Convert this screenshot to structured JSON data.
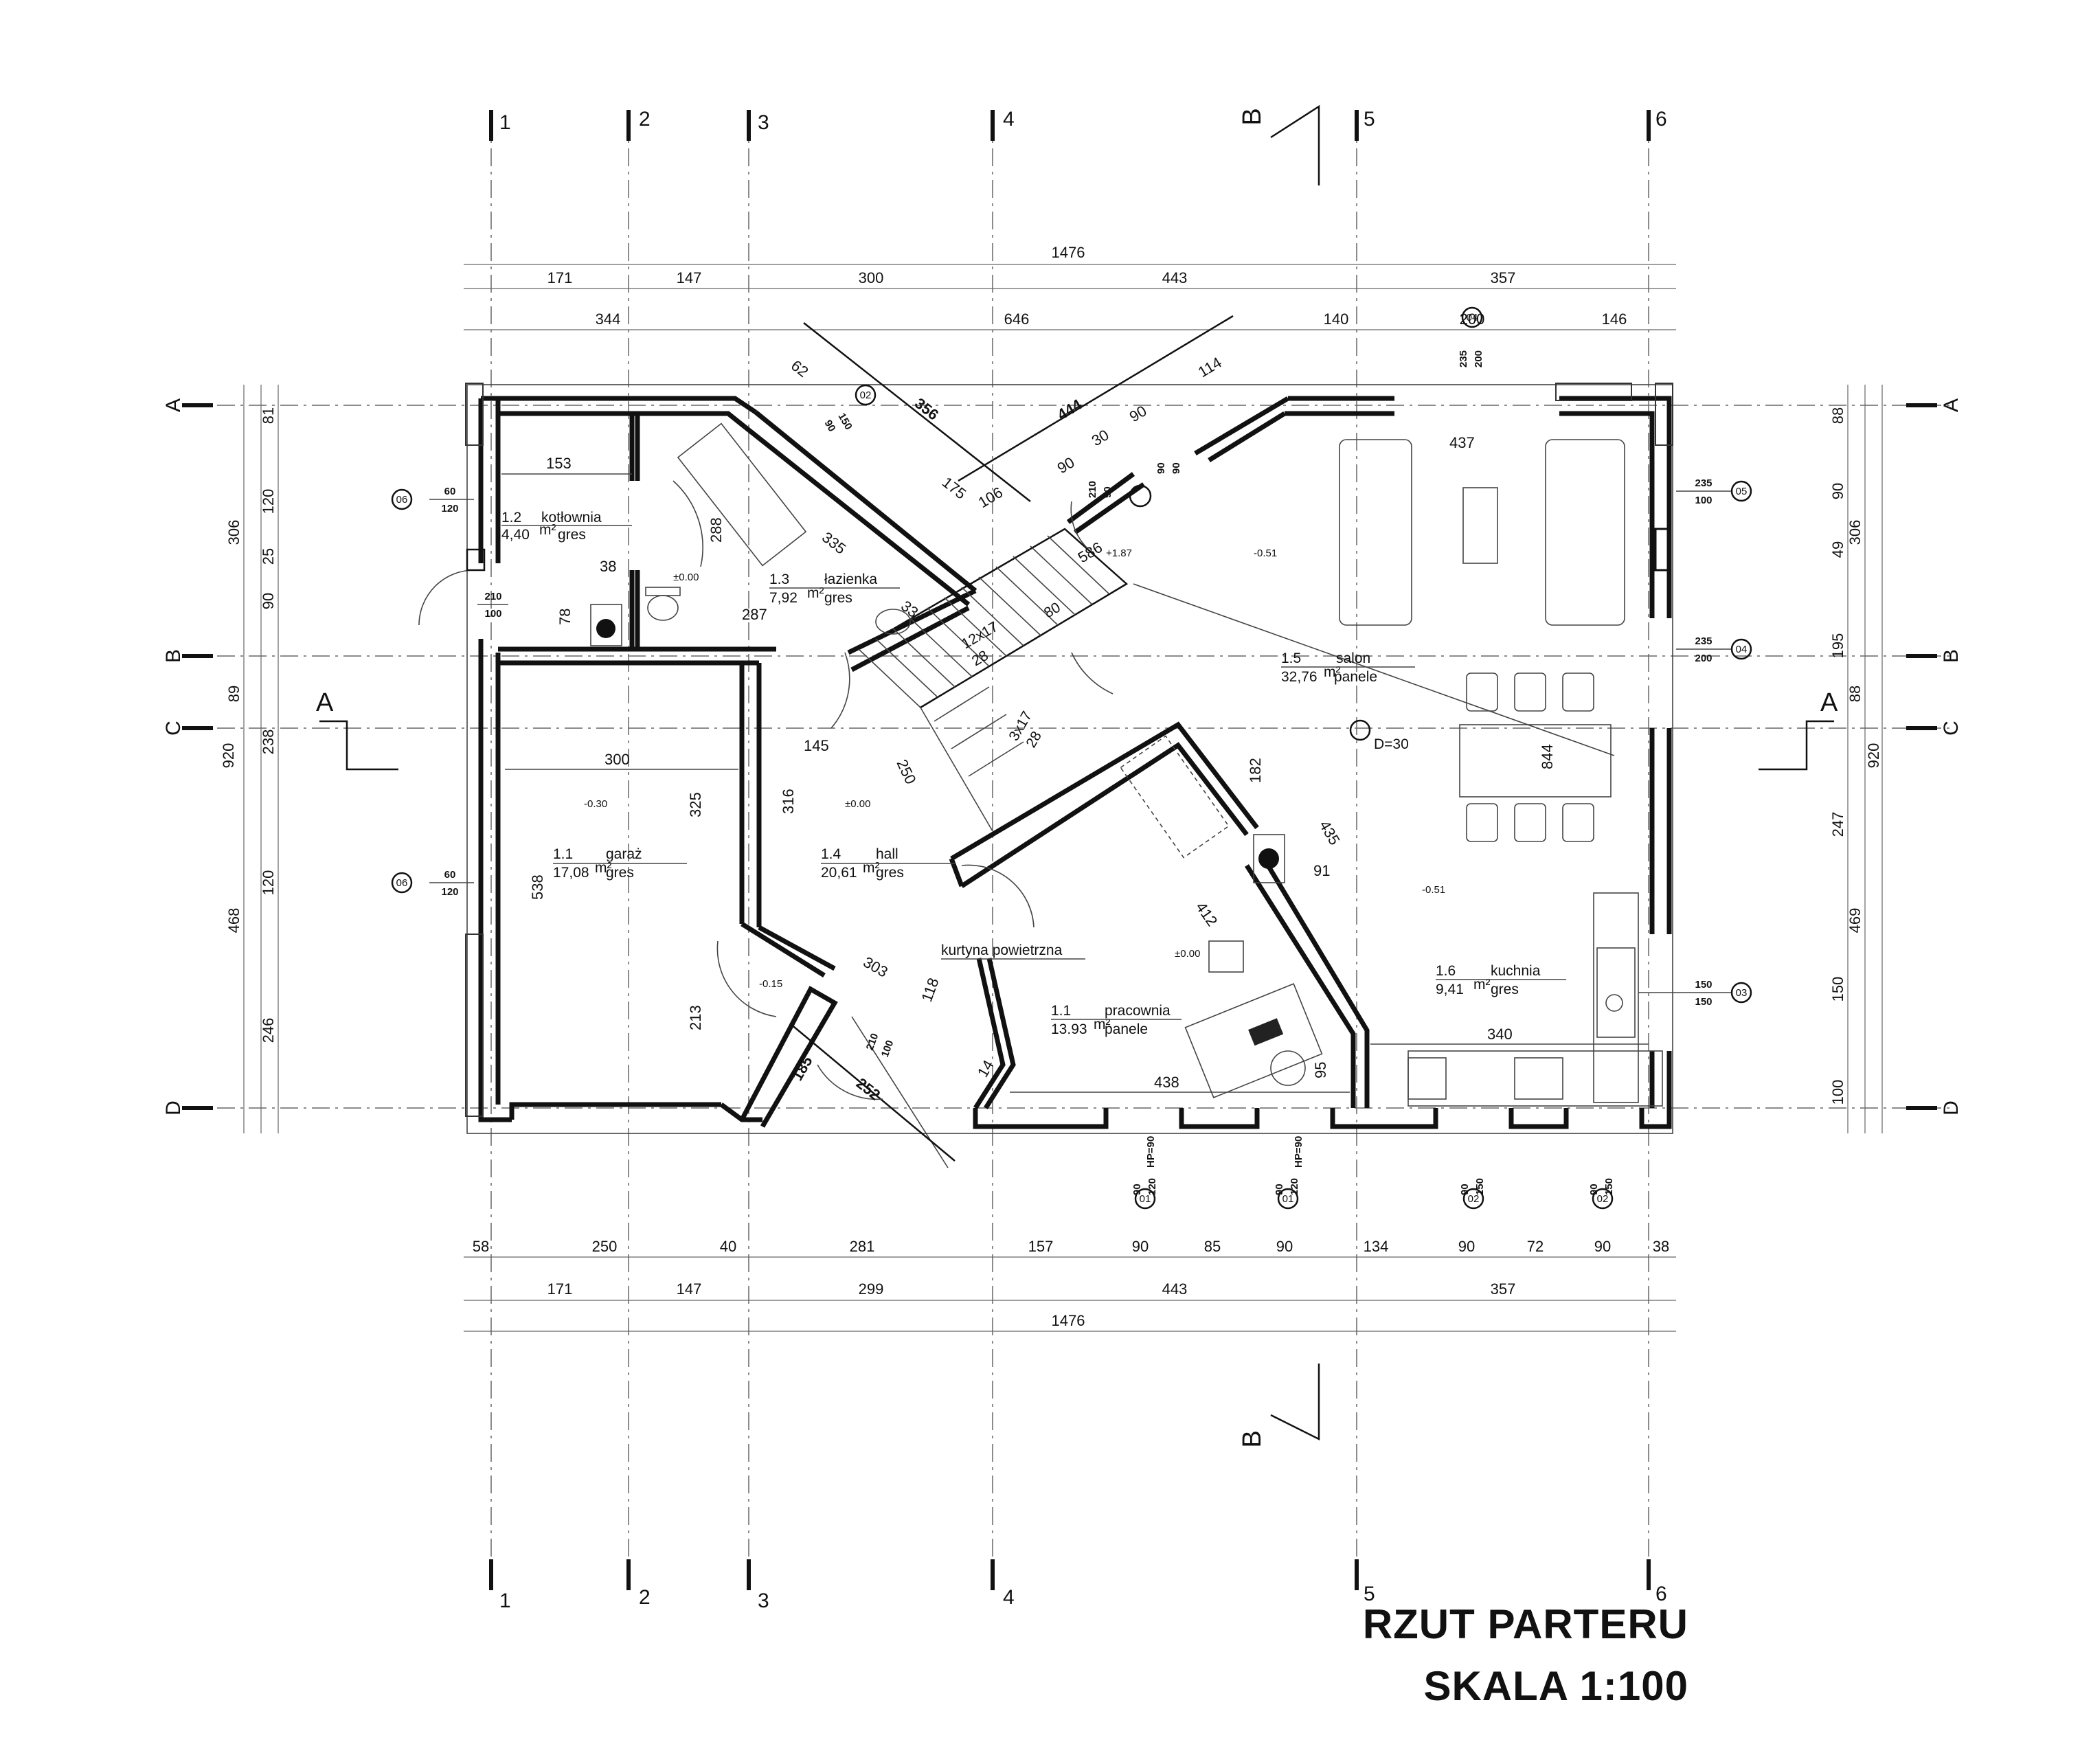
{
  "drawing": {
    "title_line1": "RZUT PARTERU",
    "title_line2": "SKALA 1:100"
  },
  "axes": {
    "vertical": [
      "1",
      "2",
      "3",
      "4",
      "5",
      "6"
    ],
    "horizontal": [
      "A",
      "B",
      "C",
      "D"
    ]
  },
  "sections": {
    "a_label": "A",
    "b_label": "B"
  },
  "dims_top": {
    "total": "1476",
    "row2": [
      "171",
      "147",
      "300",
      "443",
      "357"
    ],
    "row3": [
      "344",
      "646",
      "140",
      "200",
      "146"
    ]
  },
  "dims_bottom": {
    "row1": [
      "58",
      "250",
      "40",
      "281",
      "157",
      "90",
      "85",
      "90",
      "134",
      "90",
      "72",
      "90",
      "38"
    ],
    "row2": [
      "171",
      "147",
      "299",
      "443",
      "357"
    ],
    "total": "1476"
  },
  "dims_left": {
    "total": "920",
    "segs_a": [
      "306",
      "89",
      "468",
      "246"
    ],
    "segs_b": [
      "81",
      "120",
      "25",
      "90",
      "238",
      "120"
    ]
  },
  "dims_right": {
    "total": "920",
    "segs_a": [
      "306",
      "88",
      "469",
      "100"
    ],
    "segs_b": [
      "88",
      "90",
      "49",
      "195",
      "247",
      "150"
    ]
  },
  "rooms": [
    {
      "num": "1.2",
      "name": "kotłownia",
      "area": "4,40",
      "floor": "gres"
    },
    {
      "num": "1.3",
      "name": "łazienka",
      "area": "7,92",
      "floor": "gres"
    },
    {
      "num": "1.1",
      "name": "garaż",
      "area": "17,08",
      "floor": "gres"
    },
    {
      "num": "1.4",
      "name": "hall",
      "area": "20,61",
      "floor": "gres"
    },
    {
      "num": "1.5",
      "name": "salon",
      "area": "32,76",
      "floor": "panele"
    },
    {
      "num": "1.6",
      "name": "kuchnia",
      "area": "9,41",
      "floor": "gres"
    },
    {
      "num": "1.1",
      "name": "pracownia",
      "area": "13.93",
      "floor": "panele"
    }
  ],
  "area_unit": "m²",
  "labels": {
    "kurtyna": "kurtyna powietrzna",
    "d30": "D=30",
    "stairs1": "12x17",
    "stairs1b": "28",
    "stairs2": "3x17",
    "stairs2b": "28",
    "hp": "HP=90",
    "n80": "80"
  },
  "levels": [
    "±0.00",
    "±0.00",
    "±0.00",
    "-0.30",
    "-0.15",
    "-0.51",
    "-0.51",
    "+1.87"
  ],
  "inner_dims": [
    "153",
    "38",
    "78",
    "288",
    "287",
    "300",
    "325",
    "538",
    "316",
    "145",
    "250",
    "213",
    "303",
    "118",
    "14",
    "412",
    "182",
    "435",
    "91",
    "437",
    "844",
    "340",
    "438",
    "95",
    "62",
    "175",
    "335",
    "33",
    "106",
    "114",
    "90",
    "30",
    "90",
    "586",
    "185",
    "252"
  ],
  "windows": {
    "w01": "01",
    "w02": "02",
    "w03": "03",
    "w04": "04",
    "w05": "05",
    "w06": "06",
    "s9120": [
      "90",
      "120"
    ],
    "s90150": [
      "90",
      "150"
    ],
    "s150150": [
      "150",
      "150"
    ],
    "s235100": [
      "235",
      "100"
    ],
    "s235200": [
      "235",
      "200"
    ],
    "s60120": [
      "60",
      "120"
    ],
    "s210100": [
      "210",
      "100"
    ],
    "s21090": [
      "210",
      "90"
    ],
    "s9090": [
      "90",
      "90"
    ],
    "s15090": [
      "150",
      "90"
    ],
    "diag356": "356",
    "diag444": "444"
  }
}
